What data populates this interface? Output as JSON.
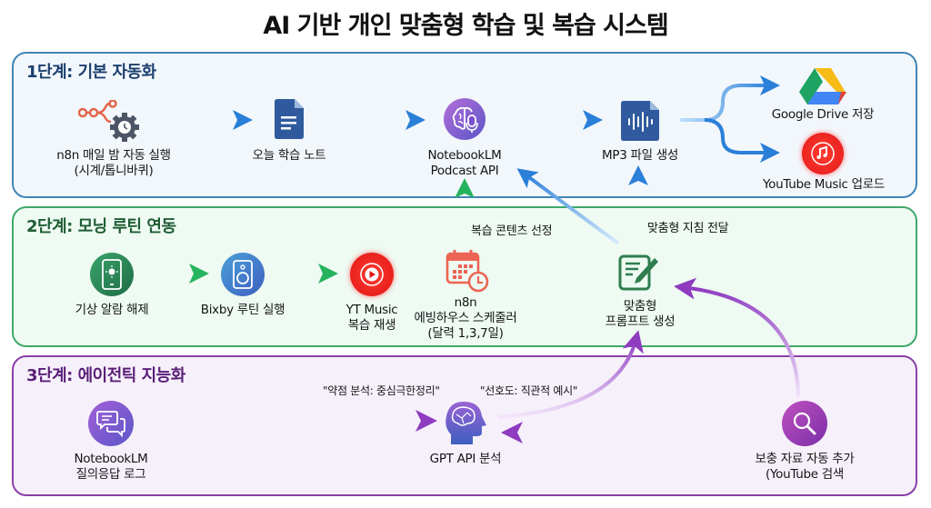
{
  "title": "AI 기반 개인 맞춤형 학습 및 복습 시스템",
  "stages": [
    {
      "title": "1단계: 기본 자동화",
      "color": "#3f84b5",
      "nodes": [
        {
          "id": "n8n-nightly",
          "label_line1": "n8n 매일 밤 자동 실행",
          "label_line2": "(시계/톱니바퀴)",
          "icon": "workflow-gear-clock-icon"
        },
        {
          "id": "today-note",
          "label_line1": "오늘 학습 노트",
          "icon": "document-icon"
        },
        {
          "id": "notebooklm-podcast",
          "label_line1": "NotebookLM",
          "label_line2": "Podcast API",
          "icon": "brain-microphone-icon"
        },
        {
          "id": "mp3-file",
          "label_line1": "MP3 파일 생성",
          "icon": "audio-file-icon"
        },
        {
          "id": "google-drive",
          "label_line1": "Google Drive 저장",
          "icon": "google-drive-icon"
        },
        {
          "id": "youtube-music-upload",
          "label_line1": "YouTube Music 업로드",
          "icon": "music-note-icon"
        }
      ]
    },
    {
      "title": "2단계: 모닝 루틴 연동",
      "color": "#3fa86a",
      "nodes": [
        {
          "id": "alarm-off",
          "label_line1": "기상 알람 해제",
          "icon": "phone-sun-icon"
        },
        {
          "id": "bixby-routine",
          "label_line1": "Bixby 루틴 실행",
          "icon": "speaker-icon"
        },
        {
          "id": "yt-music-play",
          "label_line1": "YT Music",
          "label_line2": "복습 재생",
          "icon": "play-circle-icon"
        },
        {
          "id": "n8n-scheduler",
          "label_line1": "n8n",
          "label_line2": "에빙하우스 스케줄러",
          "label_line3": "(달력 1,3,7일)",
          "icon": "calendar-clock-icon"
        },
        {
          "id": "custom-prompt",
          "label_line1": "맞춤형",
          "label_line2": "프롬프트 생성",
          "icon": "edit-note-icon"
        }
      ]
    },
    {
      "title": "3단계: 에이전틱 지능화",
      "color": "#8a3fa8",
      "nodes": [
        {
          "id": "qa-log",
          "label_line1": "NotebookLM",
          "label_line2": "질의응답 로그",
          "icon": "chat-bubbles-icon"
        },
        {
          "id": "gpt-analysis",
          "label_line1": "GPT API 분석",
          "icon": "brain-head-icon"
        },
        {
          "id": "supplement",
          "label_line1": "보충 자료 자동 추가",
          "label_line2": "(YouTube 검색",
          "icon": "search-icon"
        }
      ]
    }
  ],
  "edge_labels": {
    "review_content": "복습 콘텐츠 선정",
    "custom_guideline": "맞춤형 지침 전달",
    "weakness": "\"약점 분석: 중심극한정리\"",
    "preference": "\"선호도: 직관적 예시\""
  },
  "colors": {
    "blue_arrow": "#2a7fd8",
    "green_arrow": "#27b35e",
    "purple_arrow": "#8e3bc0"
  }
}
